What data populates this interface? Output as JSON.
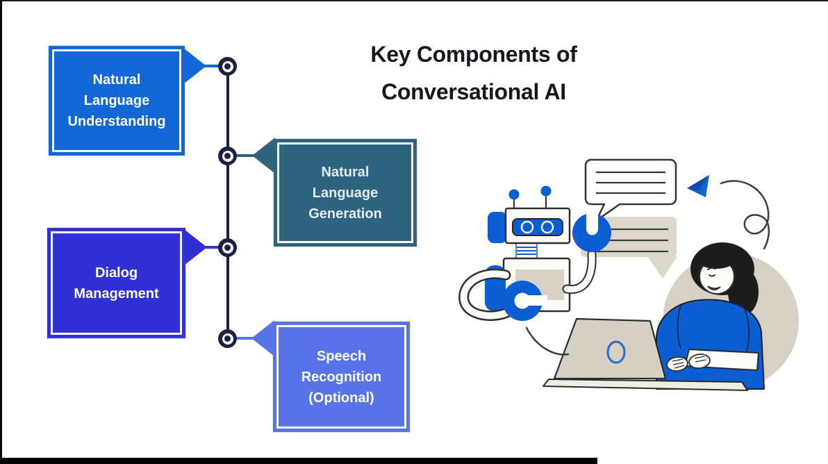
{
  "title": {
    "text": "Key Components of\nConversational AI",
    "color": "#17171f"
  },
  "timeline": {
    "color": "#1b2142",
    "node_count": 4
  },
  "components": [
    {
      "label": "Natural Language Understanding",
      "text": "Natural\nLanguage\nUnderstanding",
      "color": "#1467d6",
      "text_color": "#ffffff",
      "side": "left"
    },
    {
      "label": "Natural Language Generation",
      "text": "Natural\nLanguage\nGeneration",
      "color": "#2e6480",
      "text_color": "#e4eef3",
      "side": "right"
    },
    {
      "label": "Dialog Management",
      "text": "Dialog\nManagement",
      "color": "#3230d4",
      "text_color": "#ffffff",
      "side": "left"
    },
    {
      "label": "Speech Recognition (Optional)",
      "text": "Speech\nRecognition\n(Optional)",
      "color": "#5874e9",
      "text_color": "#ffffff",
      "side": "right"
    }
  ],
  "illustration": {
    "description": "Chatbot robot exchanging chat messages with a woman typing on a laptop",
    "elements": [
      "robot",
      "chat-bubble-outline",
      "chat-bubble-filled",
      "send-arrow",
      "swirl-doodle",
      "laptop",
      "woman-at-laptop",
      "backdrop-circle"
    ],
    "colors": {
      "robot_blue": "#0c5fd2",
      "beige": "#d7d1c4",
      "outline": "#2f2f2f",
      "hair_black": "#1d1d1f"
    }
  }
}
